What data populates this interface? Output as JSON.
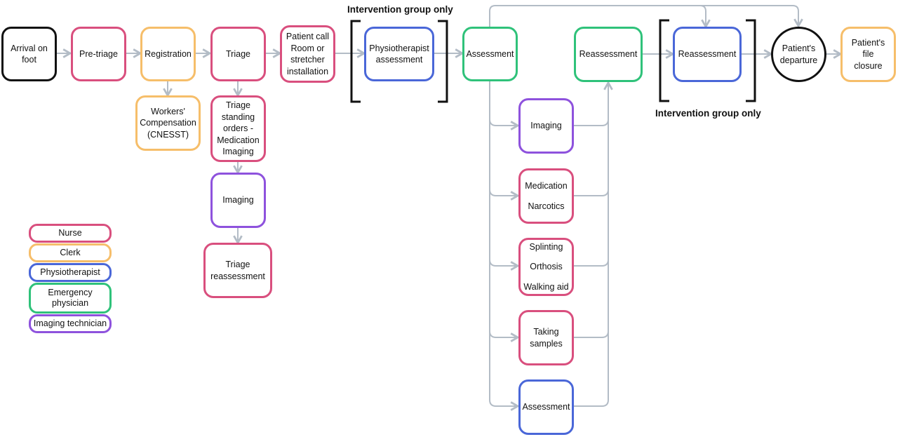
{
  "colors": {
    "nurse": "#d94f7e",
    "clerk": "#f6be6a",
    "physiotherapist": "#4a67d8",
    "emergency_physician": "#2fc27a",
    "imaging_technician": "#8e52dd",
    "black": "#111111",
    "connector": "#b3bcc6"
  },
  "captions": {
    "top": "Intervention group only",
    "bottom": "Intervention group only"
  },
  "nodes": {
    "arrival": {
      "lines": [
        "Arrival on",
        "foot"
      ]
    },
    "pretriage": {
      "lines": [
        "Pre-triage"
      ]
    },
    "registration": {
      "lines": [
        "Registration"
      ]
    },
    "workers_comp": {
      "lines": [
        "Workers'",
        "Compensation",
        "(CNESST)"
      ]
    },
    "triage": {
      "lines": [
        "Triage"
      ]
    },
    "triage_orders": {
      "lines": [
        "Triage",
        "standing",
        "orders -",
        "Medication",
        "Imaging"
      ]
    },
    "imaging_1": {
      "lines": [
        "Imaging"
      ]
    },
    "triage_reassessment": {
      "lines": [
        "Triage",
        "reassessment"
      ]
    },
    "patient_call": {
      "lines": [
        "Patient call",
        "Room or",
        "stretcher",
        "installation"
      ]
    },
    "physio_assessment": {
      "lines": [
        "Physiotherapist",
        "assessment"
      ]
    },
    "assessment_main": {
      "lines": [
        "Assessment"
      ]
    },
    "imaging_2": {
      "lines": [
        "Imaging"
      ]
    },
    "medication": {
      "lines": [
        "Medication",
        "Narcotics"
      ]
    },
    "splinting": {
      "lines": [
        "Splinting",
        "Orthosis",
        "Walking aid"
      ]
    },
    "samples": {
      "lines": [
        "Taking",
        "samples"
      ]
    },
    "assessment_physio": {
      "lines": [
        "Assessment"
      ]
    },
    "reassessment_emerg": {
      "lines": [
        "Reassessment"
      ]
    },
    "reassessment_physio": {
      "lines": [
        "Reassessment"
      ]
    },
    "departure": {
      "lines": [
        "Patient's",
        "departure"
      ]
    },
    "file_closure": {
      "lines": [
        "Patient's file",
        "closure"
      ]
    }
  },
  "legend": [
    {
      "role": "nurse",
      "label": "Nurse"
    },
    {
      "role": "clerk",
      "label": "Clerk"
    },
    {
      "role": "physiotherapist",
      "label": "Physiotherapist"
    },
    {
      "role": "emergency_physician",
      "label": "Emergency physician"
    },
    {
      "role": "imaging_technician",
      "label": "Imaging technician"
    }
  ]
}
